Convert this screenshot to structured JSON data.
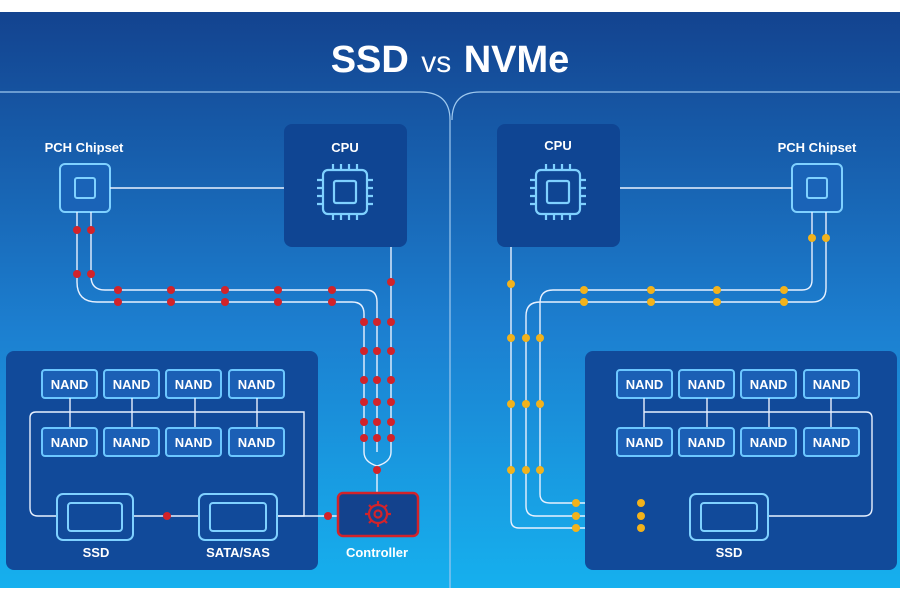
{
  "title": {
    "left": "SSD",
    "vs": "vs",
    "right": "NVMe"
  },
  "colors": {
    "bg_top": "#154a96",
    "bg_bottom": "#1aa3e8",
    "panel": "#114a9a",
    "line": "#e8f1ff",
    "icon": "#7fd1ff",
    "nand_border": "#6cc7ff",
    "sata_dot": "#d2232a",
    "nvme_dot": "#f2b21b",
    "controller": "#d2232a"
  },
  "left": {
    "pch_label": "PCH Chipset",
    "cpu_label": "CPU",
    "nand_labels": [
      "NAND",
      "NAND",
      "NAND",
      "NAND",
      "NAND",
      "NAND",
      "NAND",
      "NAND"
    ],
    "ssd_label": "SSD",
    "sata_label": "SATA/SAS",
    "controller_label": "Controller"
  },
  "right": {
    "cpu_label": "CPU",
    "pch_label": "PCH Chipset",
    "nand_labels": [
      "NAND",
      "NAND",
      "NAND",
      "NAND",
      "NAND",
      "NAND",
      "NAND",
      "NAND"
    ],
    "ssd_label": "SSD"
  }
}
